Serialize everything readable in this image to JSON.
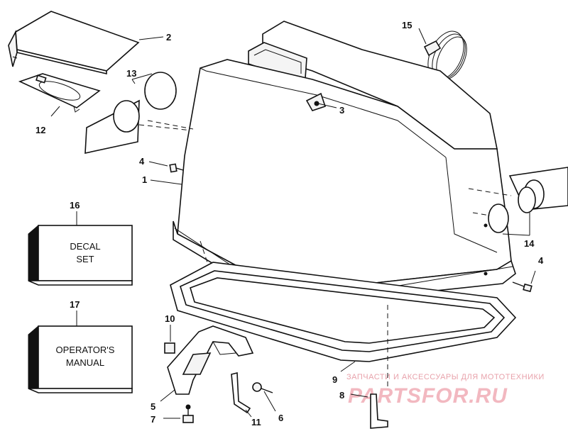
{
  "callouts": {
    "c1": "1",
    "c2": "2",
    "c3": "3",
    "c4a": "4",
    "c4b": "4",
    "c5": "5",
    "c6": "6",
    "c7": "7",
    "c8": "8",
    "c9": "9",
    "c10": "10",
    "c11": "11",
    "c12": "12",
    "c13": "13",
    "c14": "14",
    "c15": "15",
    "c16": "16",
    "c17": "17"
  },
  "boxes": {
    "decal_line1": "DECAL",
    "decal_line2": "SET",
    "manual_line1": "OPERATOR'S",
    "manual_line2": "MANUAL"
  },
  "watermark": {
    "top": "ЗАПЧАСТИ И АКСЕССУАРЫ ДЛЯ МОТОТЕХНИКИ",
    "main": "PARTSFOR.RU"
  }
}
